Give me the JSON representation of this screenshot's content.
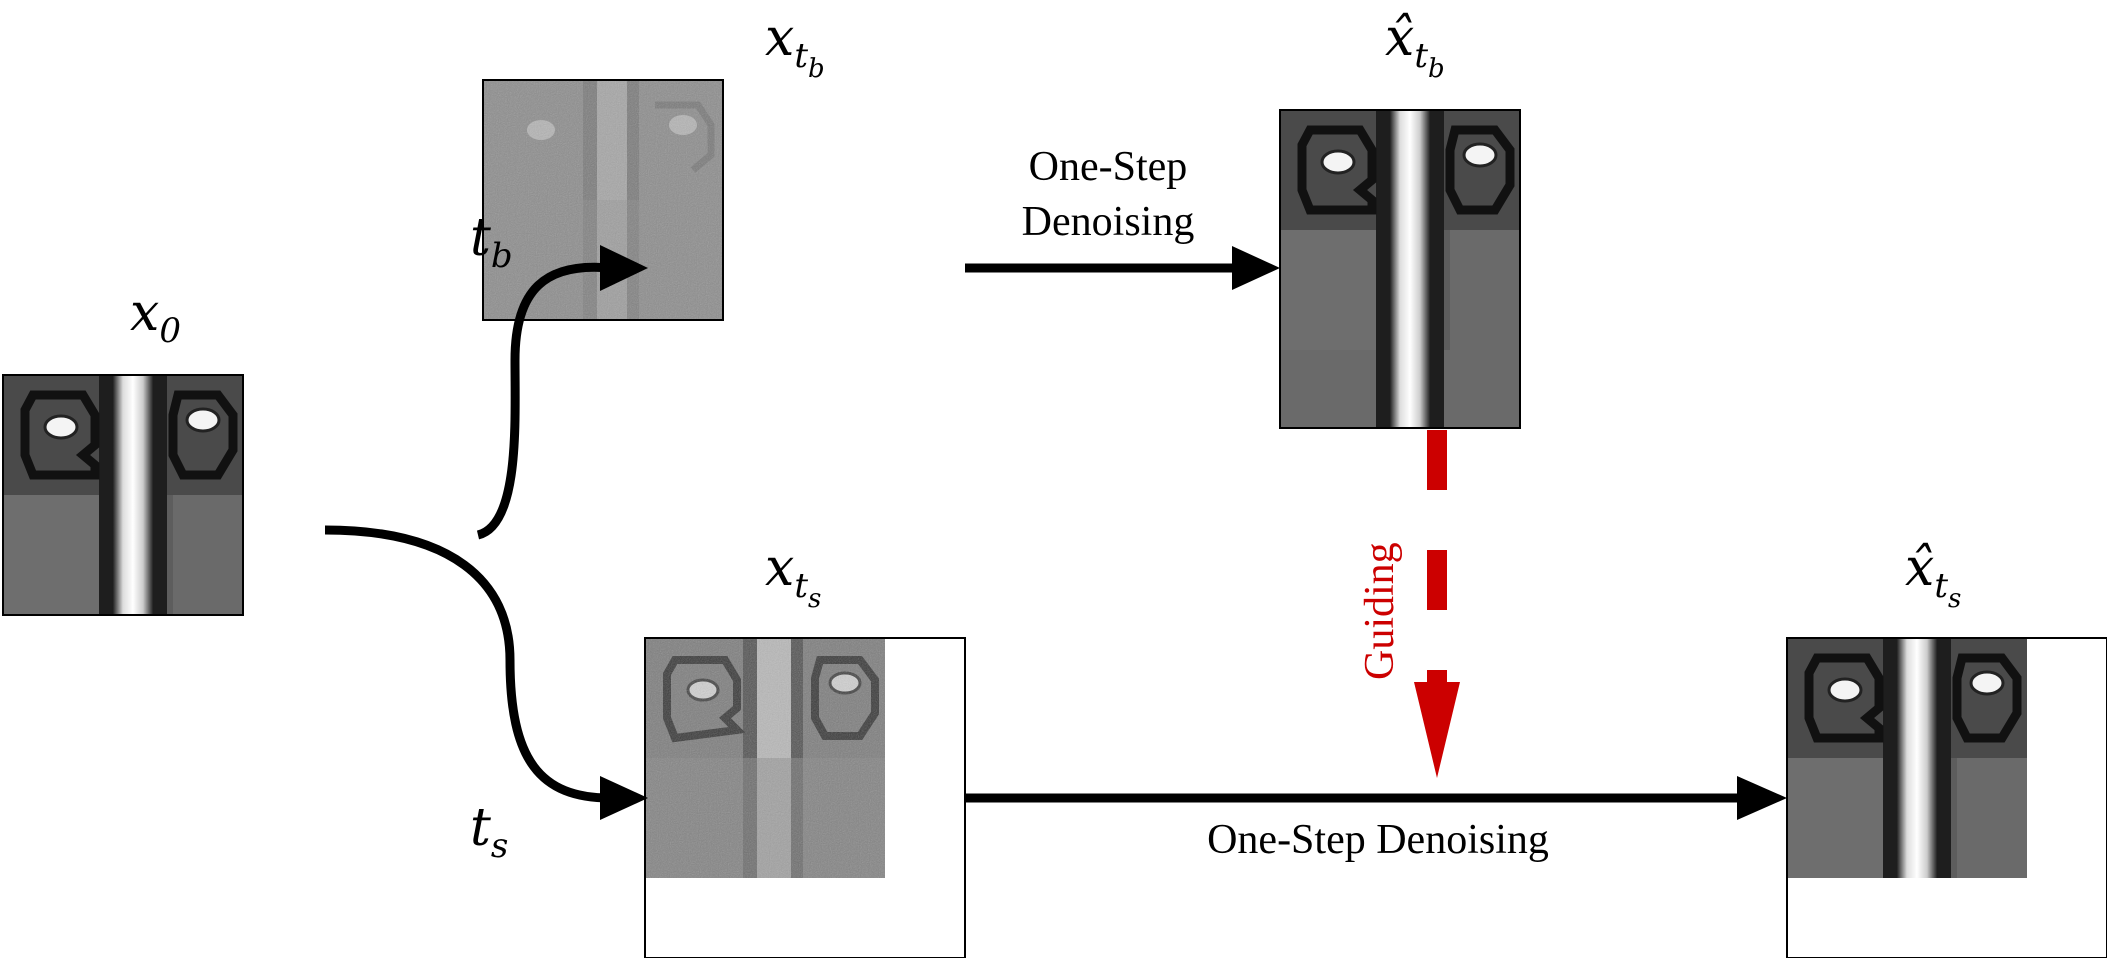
{
  "labels": {
    "x0_base": "x",
    "x0_sub": "0",
    "xtb_base": "x",
    "xtb_sub": "t",
    "xtb_subsub": "b",
    "xhattb_base": "x̂",
    "xhattb_sub": "t",
    "xhattb_subsub": "b",
    "xts_base": "x",
    "xts_sub": "t",
    "xts_subsub": "s",
    "xhatts_base": "x̂",
    "xhatts_sub": "t",
    "xhatts_subsub": "s",
    "tb_base": "t",
    "tb_sub": "b",
    "ts_base": "t",
    "ts_sub": "s"
  },
  "captions": {
    "one_step_top_line1": "One-Step",
    "one_step_top_line2": "Denoising",
    "one_step_bottom": "One-Step Denoising",
    "guiding": "Guiding"
  },
  "colors": {
    "arrow": "#000000",
    "guide": "#cc0000"
  }
}
